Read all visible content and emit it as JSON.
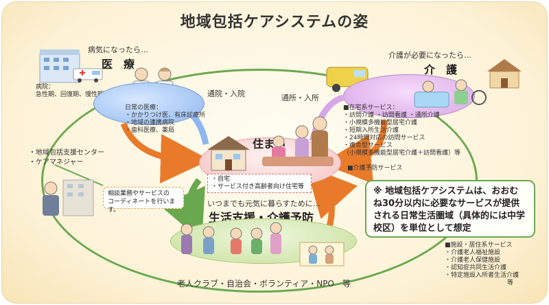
{
  "title": "地域包括ケアシステムの姿",
  "medical": {
    "caption": "病気になったら…",
    "heading": "医　療",
    "hospital_label": "病院：",
    "hospital_types": "急性期、回復期、慢性期",
    "daily_label": "日常の医療：",
    "daily_items": [
      "・かかりつけ医、有床診療所",
      "・地域の連携病院",
      "・歯科医療、薬局"
    ]
  },
  "care": {
    "caption": "介護が必要になったら…",
    "heading": "介　護",
    "home_services_title": "■在宅系サービス：",
    "home_services": [
      "・訪問介護 ・訪問看護 ・通所介護",
      "・小規模多機能型居宅介護",
      "・短期入所生活介護",
      "・24時間対応の訪問サービス",
      "・複合型サービス",
      "（小規模多機能型居宅介護＋訪問看護）等"
    ],
    "prevention_label": "■介護予防サービス",
    "facility_title": "■施設・居住系サービス",
    "facility_items": [
      "・介護老人福祉施設",
      "・介護老人保健施設",
      "・認知症共同生活介護",
      "・特定施設入所者生活介護"
    ],
    "facility_suffix": "等"
  },
  "home": {
    "heading": "住まい",
    "items": [
      "・自宅",
      "・サービス付き高齢者向け住宅等"
    ]
  },
  "flows": {
    "hospital_visit": "通院・入院",
    "daycare_visit": "通所・入所"
  },
  "support_center": {
    "items": [
      "・地域包括支援センター",
      "・ケアマネジャー"
    ],
    "coordination": [
      "相談業務やサービスの",
      "コーディネートを行います。"
    ]
  },
  "life": {
    "caption": "いつまでも元気に暮らすために…",
    "heading": "生活支援・介護予防",
    "groups": "老人クラブ・自治会・ボランティア・NPO　等"
  },
  "note": "※ 地域包括ケアシステムは、おおむね30分以内に必要なサービスが提供される日常生活圏域（具体的には中学校区）を単位として想定",
  "colors": {
    "ring": "#6aa84f",
    "arrow_orange": "#e87a2a",
    "arrow_green": "#6aa84f",
    "medical": "#8fb7ef",
    "care": "#d7a6e6",
    "home": "#f5c0c0",
    "life": "#c7e09a"
  }
}
